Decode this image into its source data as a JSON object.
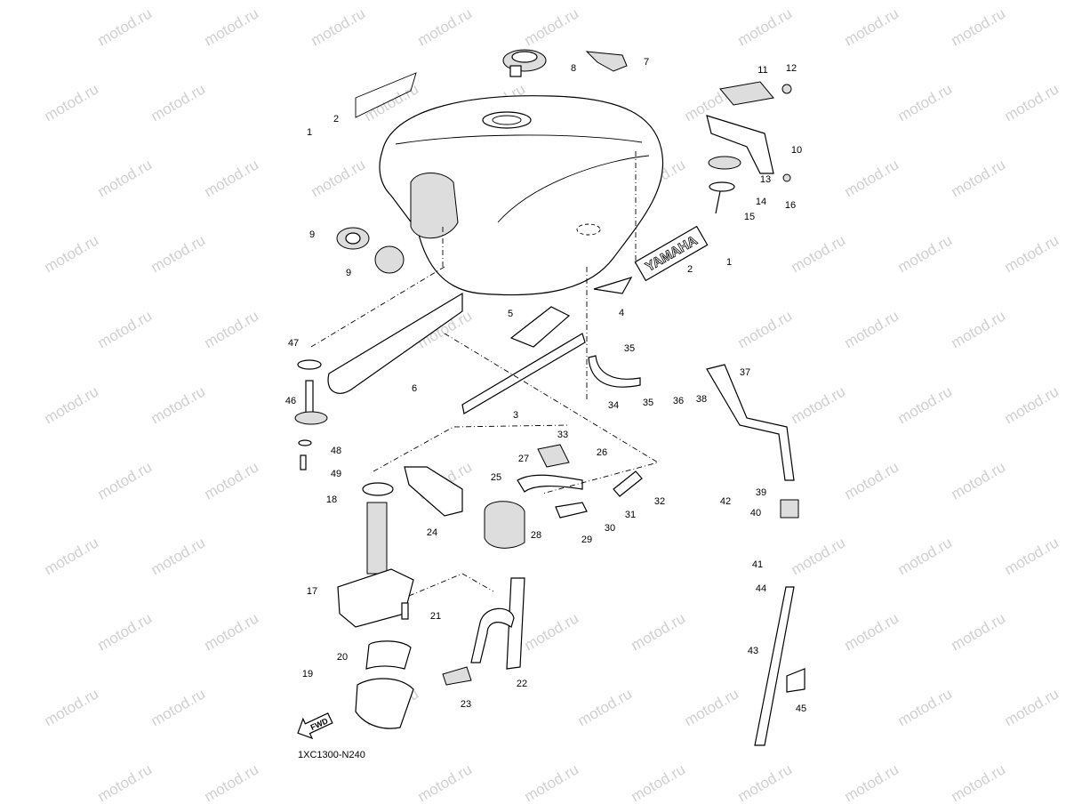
{
  "diagram": {
    "drawing_code": "1XC1300-N240",
    "fwd_label": "FWD",
    "brand_decal": "YAMAHA",
    "watermark": "motod.ru",
    "callouts": [
      "1",
      "2",
      "7",
      "8",
      "11",
      "12",
      "10",
      "13",
      "14",
      "15",
      "16",
      "1",
      "2",
      "9",
      "9",
      "4",
      "5",
      "35",
      "47",
      "6",
      "3",
      "34",
      "35",
      "36",
      "38",
      "37",
      "46",
      "48",
      "49",
      "33",
      "27",
      "26",
      "25",
      "18",
      "24",
      "28",
      "29",
      "30",
      "31",
      "32",
      "39",
      "40",
      "42",
      "41",
      "44",
      "17",
      "21",
      "20",
      "19",
      "22",
      "23",
      "43",
      "45"
    ]
  }
}
